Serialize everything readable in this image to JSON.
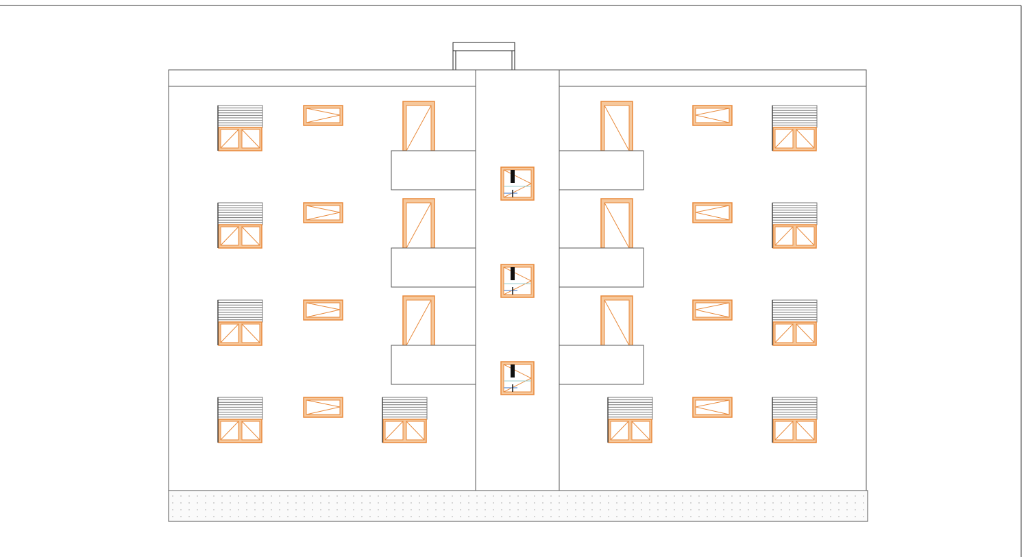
{
  "drawing": {
    "type": "building-front-elevation",
    "floors": 4,
    "colors": {
      "line": "#555555",
      "frame": "#e8893a",
      "frame_light": "#f6c89c",
      "shutter": "#777777",
      "ground_dots": "#bbbbbb",
      "stair_glass": "#7aa0d8"
    },
    "elements": {
      "wings": [
        "left-wing",
        "right-wing"
      ],
      "core": "stair-core",
      "roof": "roof-access-box",
      "ground": "ground-strip",
      "window_types": [
        "shutter-window",
        "awning-window",
        "balcony-door",
        "stair-window"
      ]
    }
  }
}
